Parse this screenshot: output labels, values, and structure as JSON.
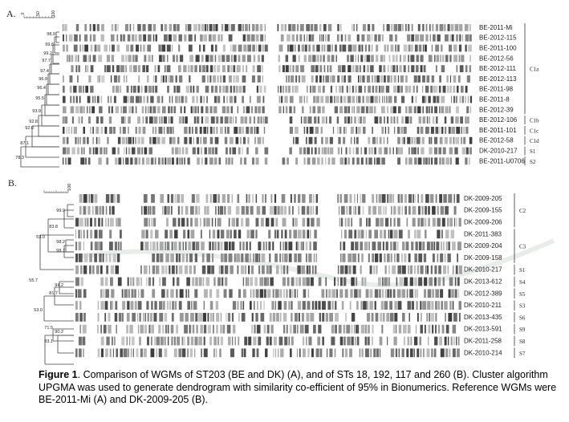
{
  "panels": [
    {
      "label": "A.",
      "scale": {
        "min": "0",
        "max": "100",
        "ticks": [
          "0",
          "50",
          "100"
        ]
      },
      "nodes": [
        "98.9",
        "99.8",
        "99.2",
        "97.7",
        "97.4",
        "96.9",
        "96.4",
        "95.5",
        "93.9",
        "92.8",
        "92.0",
        "87.1",
        "78.3"
      ],
      "strains": [
        "BE-2011-Mi",
        "BE-2012-115",
        "BE-2011-100",
        "BE-2012-56",
        "BE-2012-111",
        "BE-2012-113",
        "BE-2011-98",
        "BE-2011-8",
        "BE-2012-39",
        "BE-2012-106",
        "BE-2011-101",
        "BE-2012-58",
        "DK-2010-217",
        "BE-2011-U0706"
      ],
      "clusters": [
        {
          "label": "C1a",
          "rows": [
            0,
            8
          ]
        },
        {
          "label": "C1b",
          "rows": [
            9,
            9
          ]
        },
        {
          "label": "C1c",
          "rows": [
            10,
            10
          ]
        },
        {
          "label": "C1d",
          "rows": [
            11,
            11
          ]
        },
        {
          "label": "S1",
          "rows": [
            12,
            12
          ]
        },
        {
          "label": "S2",
          "rows": [
            13,
            13
          ]
        }
      ]
    },
    {
      "label": "B.",
      "scale": {
        "max": "100"
      },
      "nodes": [
        "99.9",
        "83.8",
        "98.2",
        "98.7",
        "53.0",
        "55.7",
        "94.2",
        "81.7",
        "53.0",
        "71.5",
        "90.2",
        "83.1"
      ],
      "strains": [
        "DK-2009-205",
        "DK-2009-155",
        "DK-2009-206",
        "DK-2011-383",
        "DK-2009-204",
        "DK-2009-158",
        "DK-2010-217",
        "DK-2013-612",
        "DK-2012-389",
        "DK-2010-211",
        "DK-2013-435",
        "DK-2013-591",
        "DK-2011-258",
        "DK-2010-214"
      ],
      "clusters": [
        {
          "label": "C2",
          "rows": [
            0,
            2
          ]
        },
        {
          "label": "C3",
          "rows": [
            3,
            5
          ]
        },
        {
          "label": "S1",
          "rows": [
            6,
            6
          ]
        },
        {
          "label": "S4",
          "rows": [
            7,
            7
          ]
        },
        {
          "label": "S5",
          "rows": [
            8,
            8
          ]
        },
        {
          "label": "S3",
          "rows": [
            9,
            9
          ]
        },
        {
          "label": "S6",
          "rows": [
            10,
            10
          ]
        },
        {
          "label": "S9",
          "rows": [
            11,
            11
          ]
        },
        {
          "label": "S8",
          "rows": [
            12,
            12
          ]
        },
        {
          "label": "S7",
          "rows": [
            13,
            13
          ]
        }
      ]
    }
  ],
  "caption": {
    "bold": "Figure 1",
    "text": ". Comparison of WGMs of ST203 (BE and DK) (A), and of STs 18, 192, 117 and 260 (B). Cluster algorithm UPGMA was used to generate dendrogram with similarity co-efficient of 95% in Bionumerics. Reference WGMs were BE-2011-Mi (A) and DK-2009-205 (B)."
  }
}
